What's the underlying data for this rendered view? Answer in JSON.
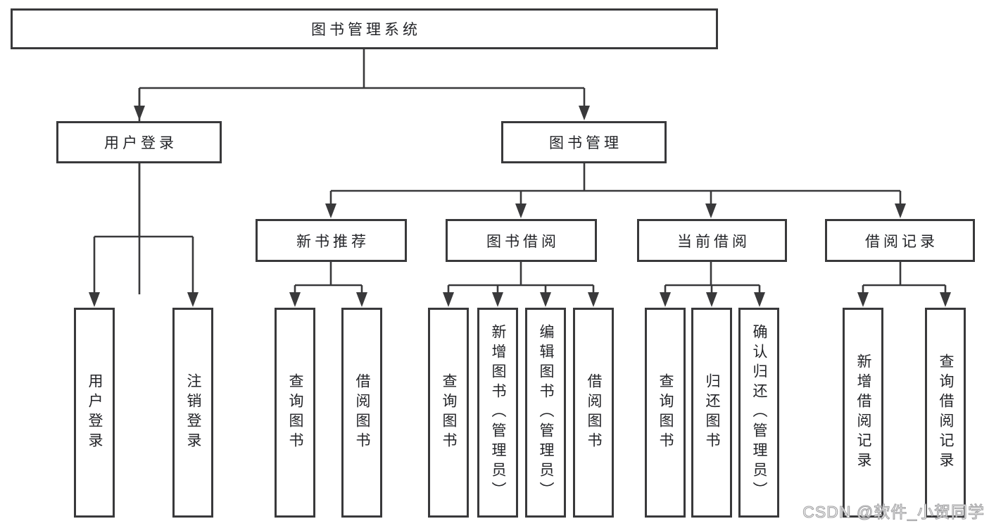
{
  "diagram": {
    "title": "图书管理系统",
    "level1": [
      {
        "label": "用户登录"
      },
      {
        "label": "图书管理"
      }
    ],
    "level2": [
      {
        "label": "新书推荐",
        "parent": "图书管理"
      },
      {
        "label": "图书借阅",
        "parent": "图书管理"
      },
      {
        "label": "当前借阅",
        "parent": "图书管理"
      },
      {
        "label": "借阅记录",
        "parent": "图书管理"
      }
    ],
    "leaves": [
      {
        "label": "用户登录",
        "parent": "用户登录"
      },
      {
        "label": "注销登录",
        "parent": "用户登录"
      },
      {
        "label": "查询图书",
        "parent": "新书推荐"
      },
      {
        "label": "借阅图书",
        "parent": "新书推荐"
      },
      {
        "label": "查询图书",
        "parent": "图书借阅"
      },
      {
        "label": "新增图书（管理员）",
        "parent": "图书借阅"
      },
      {
        "label": "编辑图书（管理员）",
        "parent": "图书借阅"
      },
      {
        "label": "借阅图书",
        "parent": "图书借阅"
      },
      {
        "label": "查询图书",
        "parent": "当前借阅"
      },
      {
        "label": "归还图书",
        "parent": "当前借阅"
      },
      {
        "label": "确认归还（管理员）",
        "parent": "当前借阅"
      },
      {
        "label": "新增借阅记录",
        "parent": "借阅记录"
      },
      {
        "label": "查询借阅记录",
        "parent": "借阅记录"
      }
    ],
    "watermark": "CSDN @软件_小贺同学",
    "line_color": "#39393b",
    "background_color": "#ffffff"
  }
}
